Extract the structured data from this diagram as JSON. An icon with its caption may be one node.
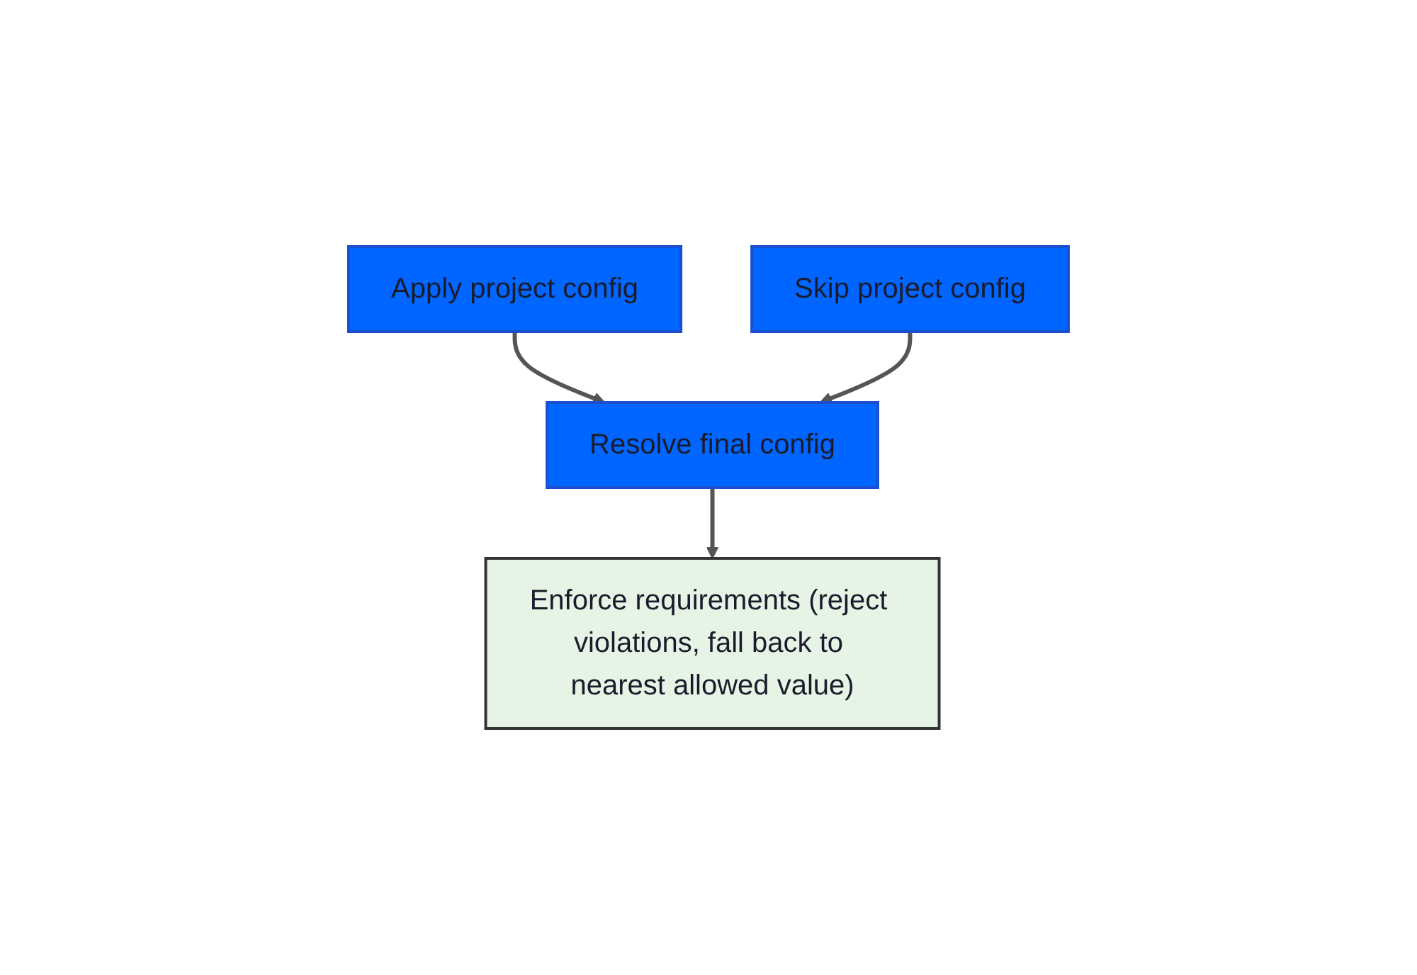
{
  "diagram": {
    "nodes": [
      {
        "text": [
          "Apply project config"
        ]
      },
      {
        "text": [
          "Skip project config"
        ]
      },
      {
        "text": [
          "Resolve final config"
        ]
      },
      {
        "text": [
          "Enforce requirements (reject violations, fall back to nearest allowed value)"
        ]
      }
    ],
    "edges": [
      {
        "from": 0,
        "to": 2,
        "arrow": "to"
      },
      {
        "from": 1,
        "to": 2,
        "arrow": "to"
      },
      {
        "from": 2,
        "to": 3,
        "arrow": "to"
      }
    ]
  }
}
